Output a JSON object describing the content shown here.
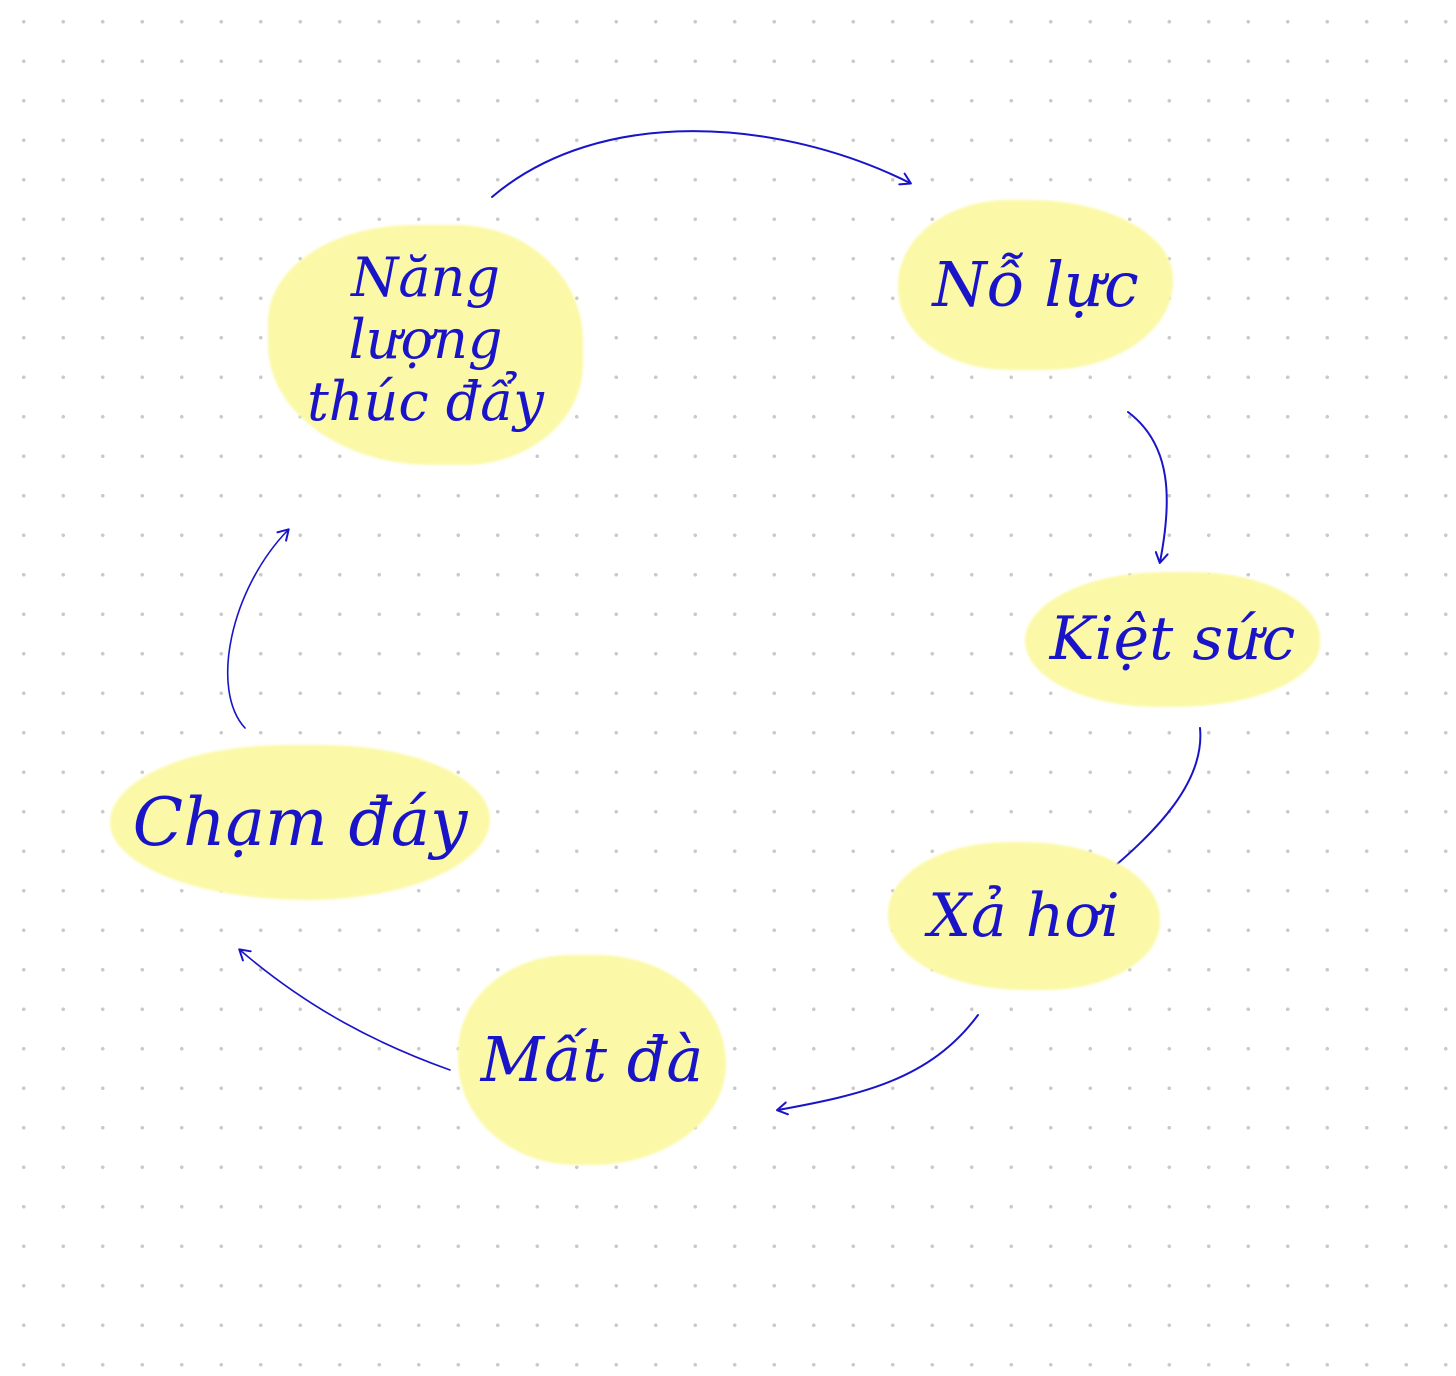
{
  "diagram": {
    "type": "cycle",
    "nodes": [
      {
        "id": "nang-luong",
        "label": "Năng lượng\nthúc đẩy"
      },
      {
        "id": "no-luc",
        "label": "Nỗ lực"
      },
      {
        "id": "kiet-suc",
        "label": "Kiệt sức"
      },
      {
        "id": "xa-hoi",
        "label": "Xả hơi"
      },
      {
        "id": "mat-da",
        "label": "Mất đà"
      },
      {
        "id": "cham-day",
        "label": "Chạm đáy"
      }
    ],
    "edges": [
      {
        "from": "nang-luong",
        "to": "no-luc"
      },
      {
        "from": "no-luc",
        "to": "kiet-suc"
      },
      {
        "from": "kiet-suc",
        "to": "xa-hoi"
      },
      {
        "from": "xa-hoi",
        "to": "mat-da"
      },
      {
        "from": "mat-da",
        "to": "cham-day"
      },
      {
        "from": "cham-day",
        "to": "nang-luong"
      }
    ]
  },
  "colors": {
    "ink": "#1a14c8",
    "highlight": "#fbf9a8",
    "grid_dot": "#c9c9c9",
    "background": "#ffffff"
  }
}
